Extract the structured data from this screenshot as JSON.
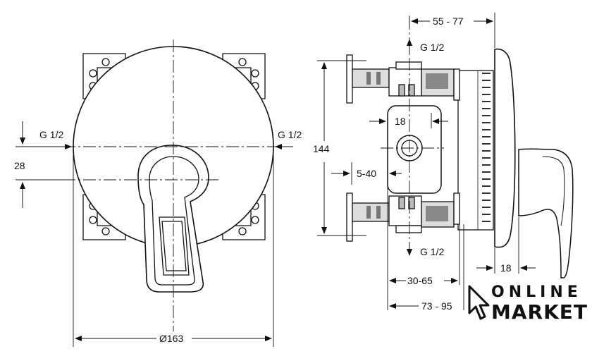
{
  "labels": {
    "g_left": "G 1/2",
    "g_right": "G 1/2",
    "dim_28": "28",
    "dim_163": "Ø163",
    "dim_55_77": "55 - 77",
    "g_top": "G 1/2",
    "dim_18_top": "18",
    "dim_144": "144",
    "dim_5_40": "5-40",
    "g_bottom": "G 1/2",
    "dim_18_bottom": "18",
    "dim_30_65": "30-65",
    "dim_73_95": "73 - 95"
  },
  "brand": {
    "line1": "ONLINE",
    "line2": "MARKET"
  }
}
